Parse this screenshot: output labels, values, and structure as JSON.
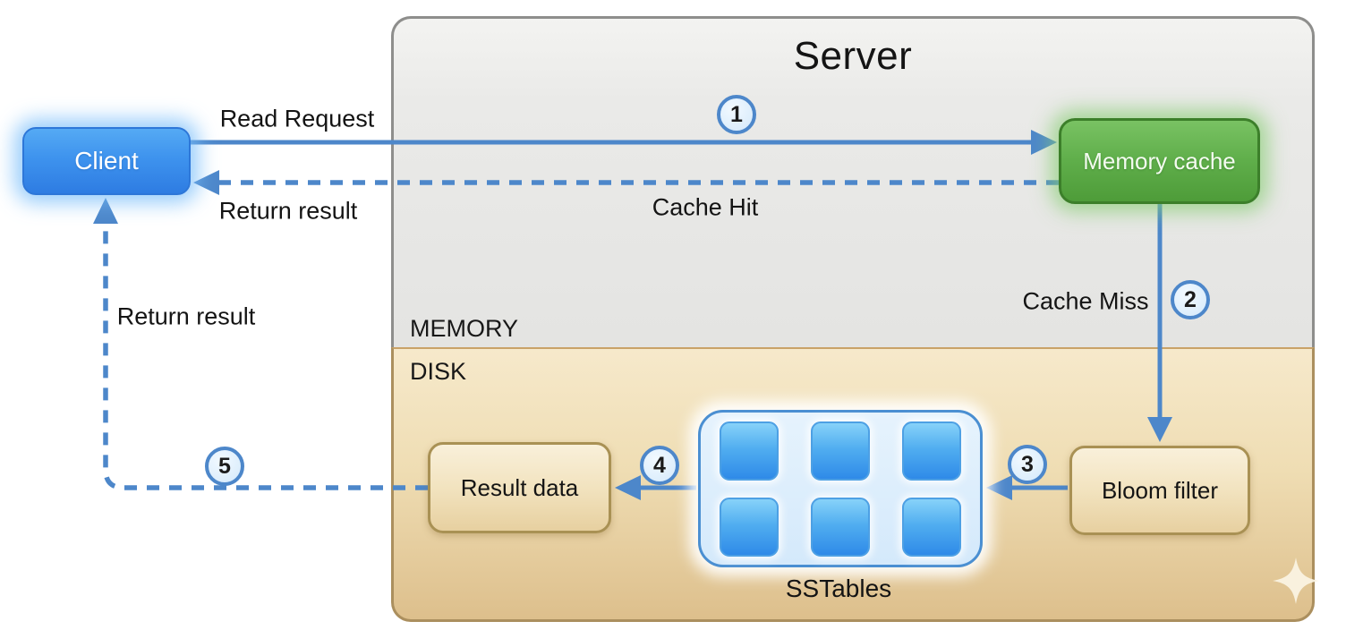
{
  "diagram": {
    "title": "Server",
    "regions": {
      "memory": "MEMORY",
      "disk": "DISK"
    },
    "nodes": {
      "client": "Client",
      "memory_cache": "Memory cache",
      "bloom_filter": "Bloom filter",
      "result_data": "Result data",
      "sstables": "SSTables"
    },
    "edge_labels": {
      "read_request": "Read Request",
      "return_result_top": "Return result",
      "cache_hit": "Cache Hit",
      "cache_miss": "Cache Miss",
      "return_result_left": "Return result"
    },
    "step_badges": [
      "1",
      "2",
      "3",
      "4",
      "5"
    ],
    "flow": [
      {
        "step": "1",
        "from": "Client",
        "to": "Memory cache",
        "label": "Read Request",
        "line": "solid"
      },
      {
        "step": "",
        "from": "Memory cache",
        "to": "Client",
        "label": "Cache Hit — Return result",
        "line": "dashed"
      },
      {
        "step": "2",
        "from": "Memory cache",
        "to": "Bloom filter",
        "label": "Cache Miss",
        "line": "solid"
      },
      {
        "step": "3",
        "from": "Bloom filter",
        "to": "SSTables",
        "label": "",
        "line": "solid"
      },
      {
        "step": "4",
        "from": "SSTables",
        "to": "Result data",
        "label": "",
        "line": "solid"
      },
      {
        "step": "5",
        "from": "Result data",
        "to": "Client",
        "label": "Return result",
        "line": "dashed"
      }
    ],
    "sstable_block_count": 6,
    "colors": {
      "arrow_blue": "#4d87ca",
      "client_fill": "#3e93ee",
      "memory_cache_fill": "#5fae4a",
      "memory_region_fill": "#e9e9e7",
      "disk_region_fill": "#eedcb2",
      "tan_box_fill": "#f2e3bf",
      "sstable_block_fill": "#4aa0ee",
      "badge_fill": "#ddeefc"
    },
    "icons": {
      "sparkle": "sparkle-icon"
    }
  }
}
